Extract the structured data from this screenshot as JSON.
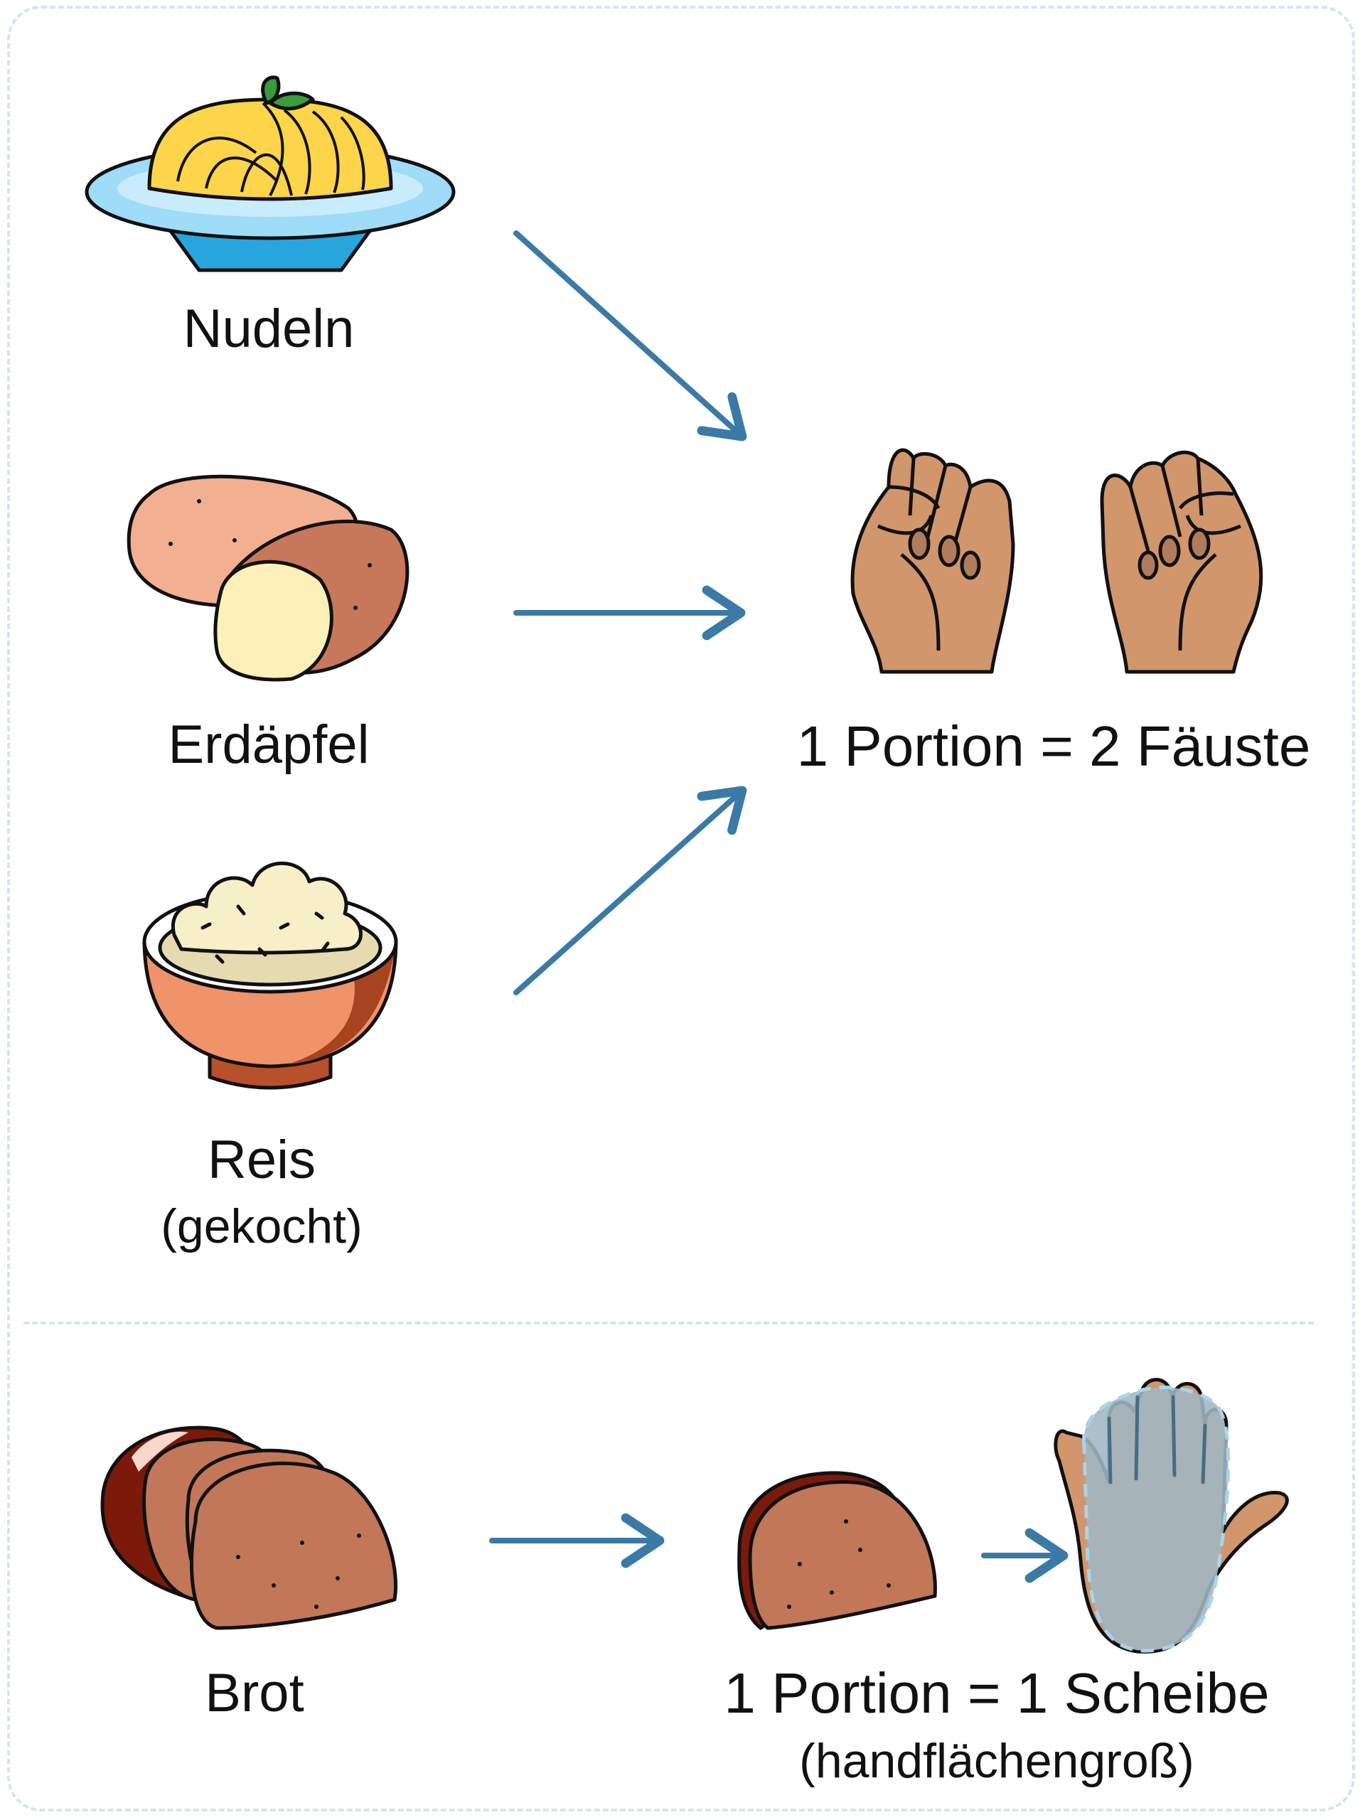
{
  "foods": {
    "pasta": "Nudeln",
    "potato": "Erdäpfel",
    "rice": "Reis",
    "rice_note": "(gekocht)",
    "bread": "Brot"
  },
  "portions": {
    "fists": "1 Portion = 2 Fäuste",
    "slice": "1 Portion = 1 Scheibe",
    "slice_note": "(handflächengroß)"
  },
  "colors": {
    "arrow": "#3b7aa6",
    "border": "#d6e4ee",
    "skin": "#d1966c",
    "bread": "#c27758"
  }
}
